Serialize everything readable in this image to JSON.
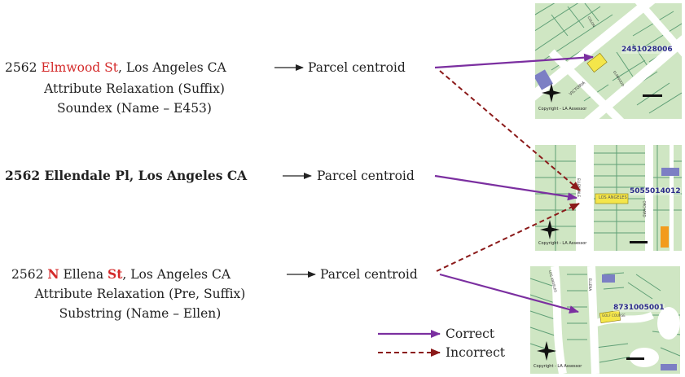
{
  "examples": [
    {
      "address_parts": [
        {
          "text": "2562 ",
          "style": "normal"
        },
        {
          "text": "Elmwood St",
          "style": "red"
        },
        {
          "text": ", Los Angeles CA",
          "style": "normal"
        }
      ],
      "line2": "Attribute Relaxation (Suffix)",
      "line3": "Soundex (Name – E453)",
      "result": "Parcel centroid",
      "parcel_id": "2451028006",
      "copyright": "Copyright - LA Assessor",
      "street_labels": [
        "COLON",
        "VICTORIA",
        "ELMWOOD"
      ]
    },
    {
      "address_parts": [
        {
          "text": "2562 Ellendale Pl, Los Angeles CA",
          "style": "bold"
        }
      ],
      "result": "Parcel centroid",
      "parcel_id": "5055014012",
      "copyright": "Copyright - LA Assessor",
      "street_labels": [
        "ELLENDALE",
        "LOS ANGELES",
        "ORCHARD"
      ]
    },
    {
      "address_parts": [
        {
          "text": "2562 ",
          "style": "normal"
        },
        {
          "text": "N",
          "style": "redbold"
        },
        {
          "text": " Ellena ",
          "style": "normal"
        },
        {
          "text": "St",
          "style": "redbold"
        },
        {
          "text": ", Los Angeles CA",
          "style": "normal"
        }
      ],
      "line2": "Attribute Relaxation (Pre, Suffix)",
      "line3": "Substring (Name – Ellen)",
      "result": "Parcel centroid",
      "parcel_id": "8731005001",
      "copyright": "Copyright - LA Assessor",
      "street_labels": [
        "ELLENA",
        "LOS ANGELES",
        "GOLF COURSE"
      ]
    }
  ],
  "legend": {
    "correct": "Correct",
    "incorrect": "Incorrect"
  },
  "colors": {
    "correct": "#7b2fa0",
    "incorrect": "#8b1a1a",
    "highlight_red": "#d42a2a",
    "map_bg": "#cfe6c3",
    "parcel_yellow": "#f4e64a",
    "parcel_purple": "#7c7fc4",
    "parcel_orange": "#f29b1d"
  }
}
